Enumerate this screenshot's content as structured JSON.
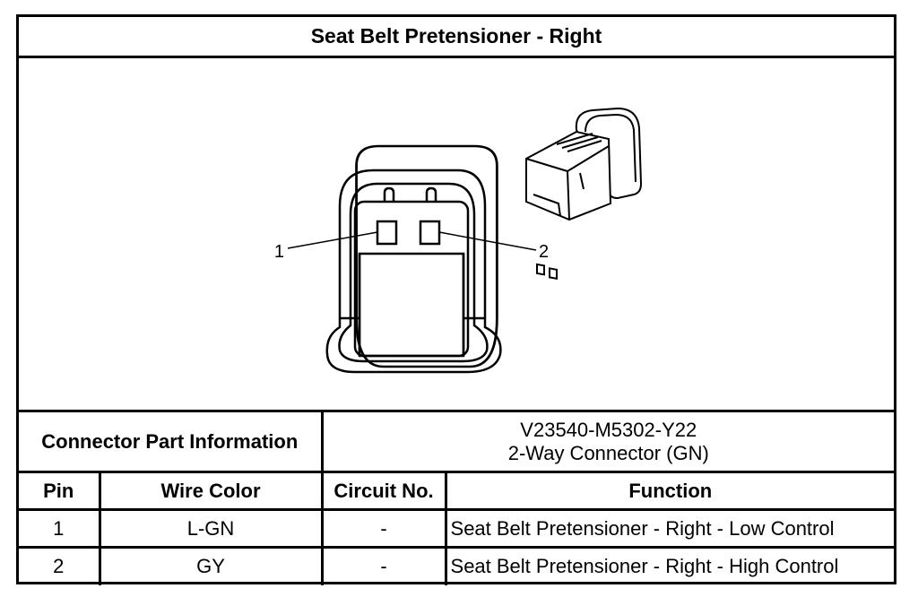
{
  "title": "Seat Belt Pretensioner - Right",
  "diagram": {
    "pin_callouts": [
      "1",
      "2"
    ]
  },
  "connector_info": {
    "label": "Connector Part Information",
    "part_number": "V23540-M5302-Y22",
    "description": "2-Way Connector (GN)"
  },
  "table": {
    "headers": [
      "Pin",
      "Wire Color",
      "Circuit No.",
      "Function"
    ],
    "rows": [
      {
        "pin": "1",
        "wire_color": "L-GN",
        "circuit": "-",
        "function": "Seat Belt Pretensioner - Right - Low Control"
      },
      {
        "pin": "2",
        "wire_color": "GY",
        "circuit": "-",
        "function": "Seat Belt Pretensioner - Right - High Control"
      }
    ]
  }
}
